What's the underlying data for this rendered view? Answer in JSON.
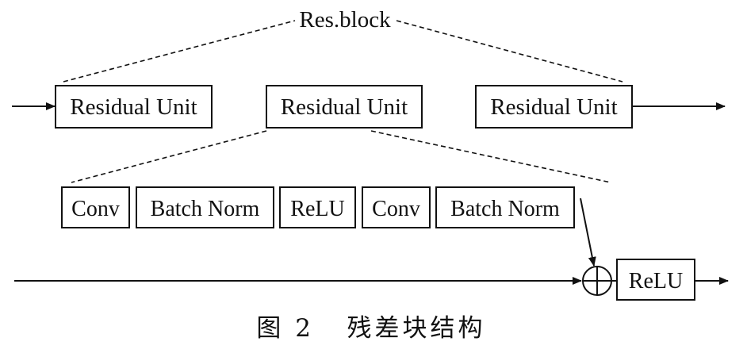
{
  "diagram": {
    "title": "Res.block",
    "top_units": [
      "Residual Unit",
      "Residual Unit",
      "Residual Unit"
    ],
    "layers": [
      "Conv",
      "Batch Norm",
      "ReLU",
      "Conv",
      "Batch Norm"
    ],
    "output_activation": "ReLU",
    "sum_symbol": "⊕"
  },
  "caption": "图 2   残差块结构"
}
